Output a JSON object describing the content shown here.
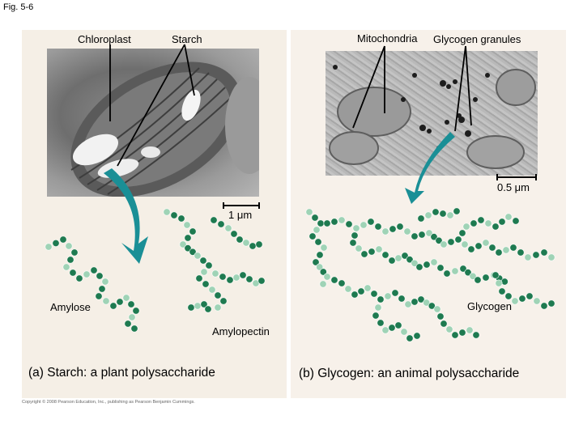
{
  "figure": {
    "label": "Fig. 5-6"
  },
  "panel_a": {
    "labels": {
      "chloroplast": "Chloroplast",
      "starch": "Starch",
      "scale": "1 μm",
      "amylose": "Amylose",
      "amylopectin": "Amylopectin"
    },
    "caption": "(a) Starch: a plant polysaccharide"
  },
  "panel_b": {
    "labels": {
      "mitochondria": "Mitochondria",
      "glycogen_granules": "Glycogen granules",
      "scale": "0.5 μm",
      "glycogen": "Glycogen"
    },
    "caption": "(b) Glycogen: an animal polysaccharide"
  },
  "footer": {
    "copyright": "Copyright © 2008 Pearson Education, Inc., publishing as Pearson Benjamin Cummings."
  },
  "colors": {
    "glucose_dark": "#1e7a50",
    "glucose_light": "#9fd3b6",
    "arrow_teal": "#1a8f96"
  }
}
